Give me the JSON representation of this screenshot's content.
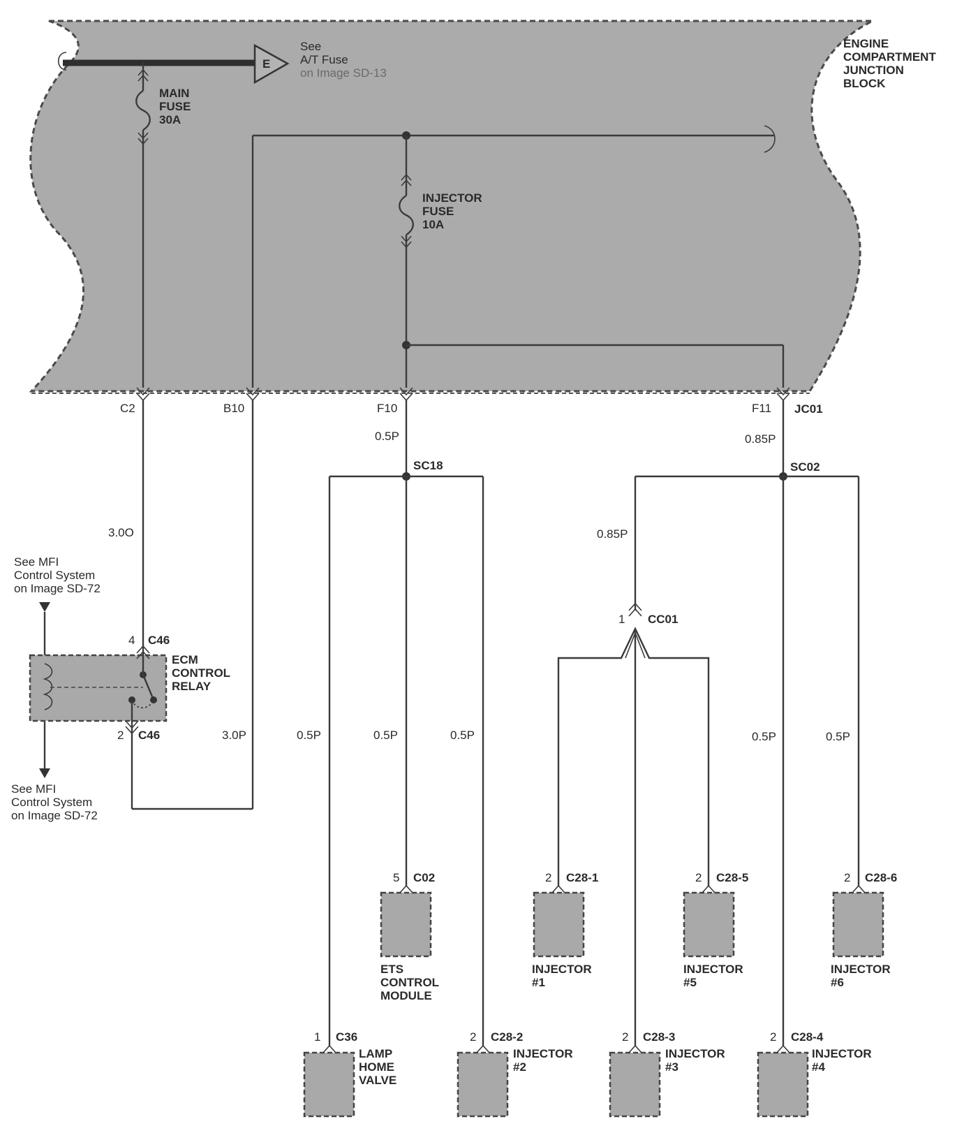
{
  "junction_block": {
    "title_lines": [
      "ENGINE",
      "COMPARTMENT",
      "JUNCTION",
      "BLOCK"
    ],
    "main_fuse": [
      "MAIN",
      "FUSE",
      "30A"
    ],
    "injector_fuse": [
      "INJECTOR",
      "FUSE",
      "10A"
    ],
    "at_fuse_ref": [
      "See",
      "A/T Fuse",
      "on Image SD-13"
    ],
    "at_fuse_letter": "E"
  },
  "connectors": {
    "c2": "C2",
    "b10": "B10",
    "f10": "F10",
    "f11": "F11",
    "jc01": "JC01"
  },
  "wires": {
    "f10_wire": "0.5P",
    "f11_wire": "0.85P",
    "c2_wire": "3.0O",
    "cc01_wire": "0.85P",
    "relay_wire": "3.0P",
    "lamp_wire": "0.5P",
    "ets_wire": "0.5P",
    "inj2_wire": "0.5P",
    "inj4_wire": "0.5P",
    "inj6_wire": "0.5P"
  },
  "splices": {
    "sc18": "SC18",
    "sc02": "SC02",
    "cc01_pin": "1",
    "cc01": "CC01"
  },
  "relay": {
    "name": [
      "ECM",
      "CONTROL",
      "RELAY"
    ],
    "top_pin": "4",
    "top_conn": "C46",
    "bottom_pin": "2",
    "bottom_conn": "C46"
  },
  "mfi_refs": {
    "top": [
      "See MFI",
      "Control System",
      "on Image SD-72"
    ],
    "bottom": [
      "See MFI",
      "Control System",
      "on Image SD-72"
    ]
  },
  "components": {
    "ets": {
      "pin": "5",
      "conn": "C02",
      "name": [
        "ETS",
        "CONTROL",
        "MODULE"
      ]
    },
    "inj1": {
      "pin": "2",
      "conn": "C28-1",
      "name": [
        "INJECTOR",
        "#1"
      ]
    },
    "inj5": {
      "pin": "2",
      "conn": "C28-5",
      "name": [
        "INJECTOR",
        "#5"
      ]
    },
    "inj6": {
      "pin": "2",
      "conn": "C28-6",
      "name": [
        "INJECTOR",
        "#6"
      ]
    },
    "lamp": {
      "pin": "1",
      "conn": "C36",
      "name": [
        "LAMP",
        "HOME",
        "VALVE"
      ]
    },
    "inj2": {
      "pin": "2",
      "conn": "C28-2",
      "name": [
        "INJECTOR",
        "#2"
      ]
    },
    "inj3": {
      "pin": "2",
      "conn": "C28-3",
      "name": [
        "INJECTOR",
        "#3"
      ]
    },
    "inj4": {
      "pin": "2",
      "conn": "C28-4",
      "name": [
        "INJECTOR",
        "#4"
      ]
    }
  },
  "colors": {
    "block_fill": "#ababab",
    "component_fill": "#a9a9a9",
    "wire": "#3a3a3a"
  }
}
